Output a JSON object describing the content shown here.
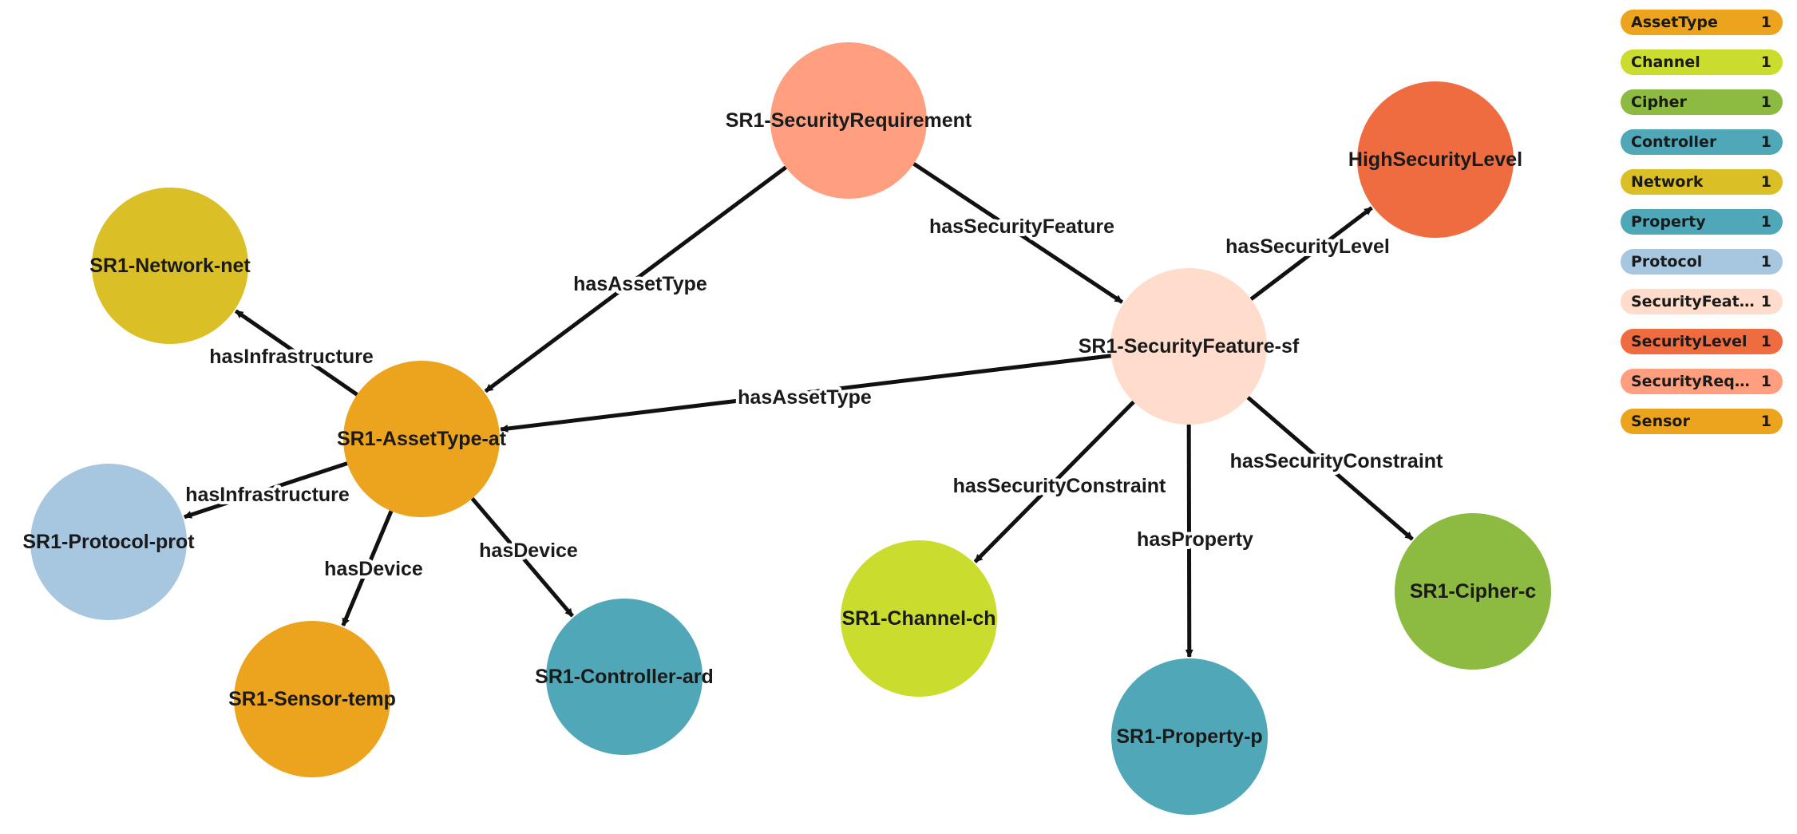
{
  "graph": {
    "nodes": [
      {
        "id": "sr",
        "label": "SR1-SecurityRequirement",
        "category": "SecurityRequirement",
        "color": "#FF9F80"
      },
      {
        "id": "net",
        "label": "SR1-Network-net",
        "category": "Network",
        "color": "#DBBF26"
      },
      {
        "id": "at",
        "label": "SR1-AssetType-at",
        "category": "AssetType",
        "color": "#ECA41E"
      },
      {
        "id": "prot",
        "label": "SR1-Protocol-prot",
        "category": "Protocol",
        "color": "#A7C6E0"
      },
      {
        "id": "temp",
        "label": "SR1-Sensor-temp",
        "category": "Sensor",
        "color": "#ECA41E"
      },
      {
        "id": "ard",
        "label": "SR1-Controller-ard",
        "category": "Controller",
        "color": "#4FA7B7"
      },
      {
        "id": "sf",
        "label": "SR1-SecurityFeature-sf",
        "category": "SecurityFeature",
        "color": "#FFDCCB"
      },
      {
        "id": "hsl",
        "label": "HighSecurityLevel",
        "category": "SecurityLevel",
        "color": "#EF6C41"
      },
      {
        "id": "ch",
        "label": "SR1-Channel-ch",
        "category": "Channel",
        "color": "#CADD2F"
      },
      {
        "id": "p",
        "label": "SR1-Property-p",
        "category": "Property",
        "color": "#4FA7B7"
      },
      {
        "id": "c",
        "label": "SR1-Cipher-c",
        "category": "Cipher",
        "color": "#8DBA40"
      }
    ],
    "edges": [
      {
        "from": "sr",
        "to": "at",
        "label": "hasAssetType"
      },
      {
        "from": "sr",
        "to": "sf",
        "label": "hasSecurityFeature"
      },
      {
        "from": "sf",
        "to": "hsl",
        "label": "hasSecurityLevel"
      },
      {
        "from": "sf",
        "to": "at",
        "label": "hasAssetType"
      },
      {
        "from": "at",
        "to": "net",
        "label": "hasInfrastructure"
      },
      {
        "from": "at",
        "to": "prot",
        "label": "hasInfrastructure"
      },
      {
        "from": "at",
        "to": "temp",
        "label": "hasDevice"
      },
      {
        "from": "at",
        "to": "ard",
        "label": "hasDevice"
      },
      {
        "from": "sf",
        "to": "ch",
        "label": "hasSecurityConstraint"
      },
      {
        "from": "sf",
        "to": "p",
        "label": "hasProperty"
      },
      {
        "from": "sf",
        "to": "c",
        "label": "hasSecurityConstraint"
      }
    ]
  },
  "legend": [
    {
      "name": "AssetType",
      "count": "1",
      "color": "#ECA41E"
    },
    {
      "name": "Channel",
      "count": "1",
      "color": "#CADD2F"
    },
    {
      "name": "Cipher",
      "count": "1",
      "color": "#8DBA40"
    },
    {
      "name": "Controller",
      "count": "1",
      "color": "#4FA7B7"
    },
    {
      "name": "Network",
      "count": "1",
      "color": "#DBBF26"
    },
    {
      "name": "Property",
      "count": "1",
      "color": "#4FA7B7"
    },
    {
      "name": "Protocol",
      "count": "1",
      "color": "#A7C6E0"
    },
    {
      "name": "SecurityFeature",
      "count": "1",
      "color": "#FFDCCB"
    },
    {
      "name": "SecurityLevel",
      "count": "1",
      "color": "#EF6C41"
    },
    {
      "name": "SecurityRequi…",
      "count": "1",
      "color": "#FF9F80"
    },
    {
      "name": "Sensor",
      "count": "1",
      "color": "#ECA41E"
    }
  ]
}
